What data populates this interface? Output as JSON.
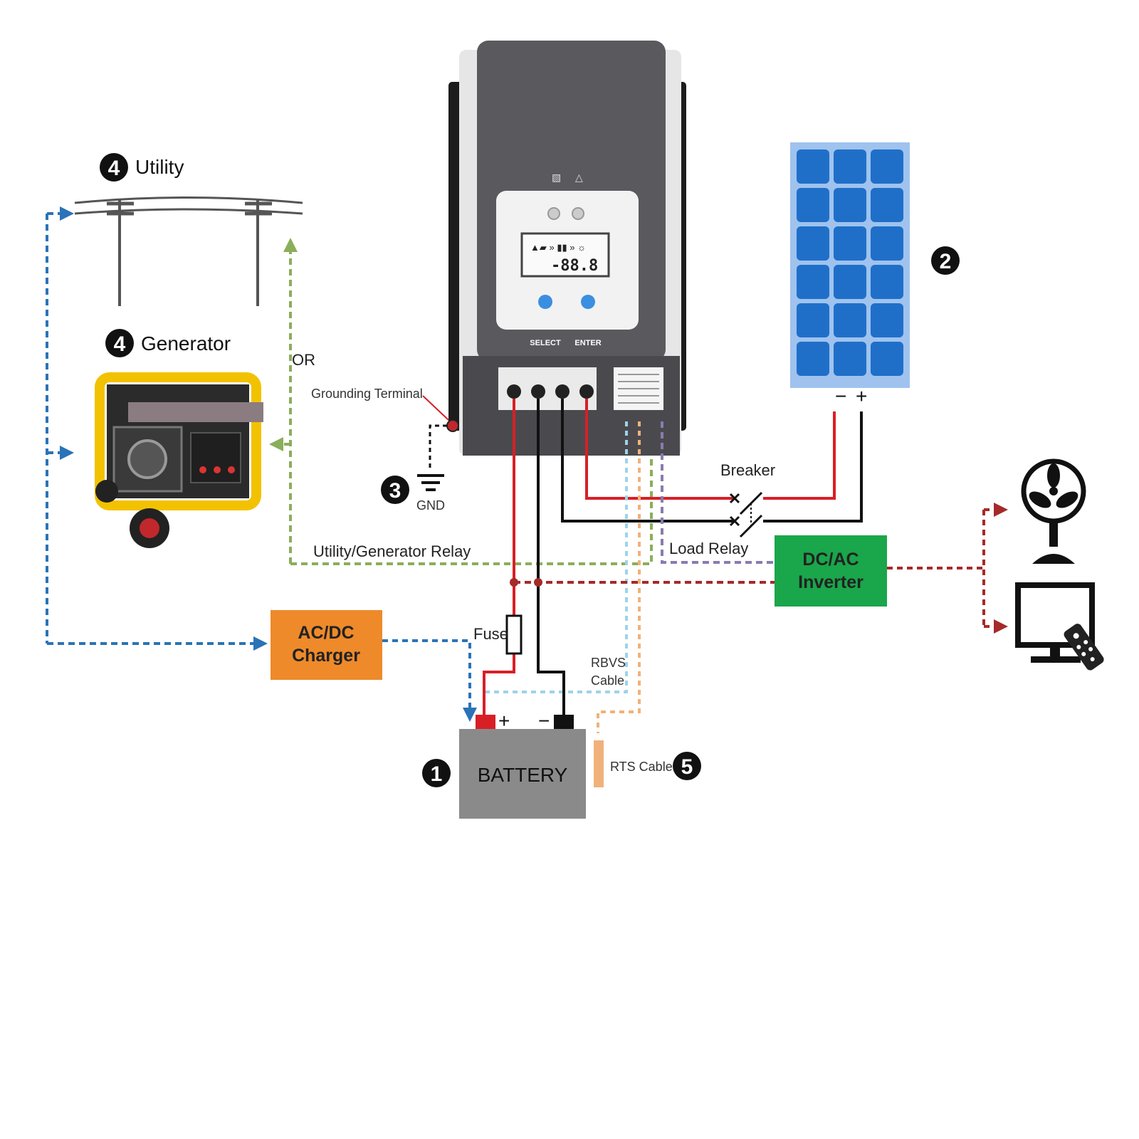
{
  "colors": {
    "dc_positive": "#d81f26",
    "dc_negative": "#111111",
    "utility_link": "#2a73b8",
    "relay_link": "#8bae5a",
    "load_relay": "#8a7bb0",
    "ac_output": "#a52a2a",
    "rbvs": "#9fd3e6",
    "rts": "#f0b27a",
    "inverter": "#1aa64a",
    "charger": "#ee8a2a",
    "battery": "#8a8a8a",
    "solar_cell": "#1f6fc9",
    "controller_body": "#5a5a5e"
  },
  "utility": {
    "badge": "4",
    "label": "Utility"
  },
  "generator": {
    "badge": "4",
    "label": "Generator"
  },
  "or_label": "OR",
  "grounding": {
    "label": "Grounding Terminal",
    "badge": "3",
    "gnd_label": "GND"
  },
  "relay_label": "Utility/Generator Relay",
  "charger": {
    "line1": "AC/DC",
    "line2": "Charger"
  },
  "fuse_label": "Fuse",
  "battery": {
    "badge": "1",
    "label": "BATTERY",
    "plus": "+",
    "minus": "−"
  },
  "rbvs": {
    "line1": "RBVS",
    "line2": "Cable"
  },
  "rts": {
    "label": "RTS Cable",
    "badge": "5"
  },
  "solar": {
    "badge": "2",
    "minus": "−",
    "plus": "+"
  },
  "breaker_label": "Breaker",
  "load_relay_label": "Load Relay",
  "inverter": {
    "line1": "DC/AC",
    "line2": "Inverter"
  },
  "controller": {
    "select_label": "SELECT",
    "enter_label": "ENTER",
    "lcd_digits": "-88.8"
  },
  "icons": {
    "utility": "power-line-poles-icon",
    "generator": "portable-generator-icon",
    "solar": "solar-panel-icon",
    "ground": "ground-symbol-icon",
    "fan": "fan-icon",
    "tv": "tv-monitor-icon",
    "remote": "remote-control-icon"
  }
}
